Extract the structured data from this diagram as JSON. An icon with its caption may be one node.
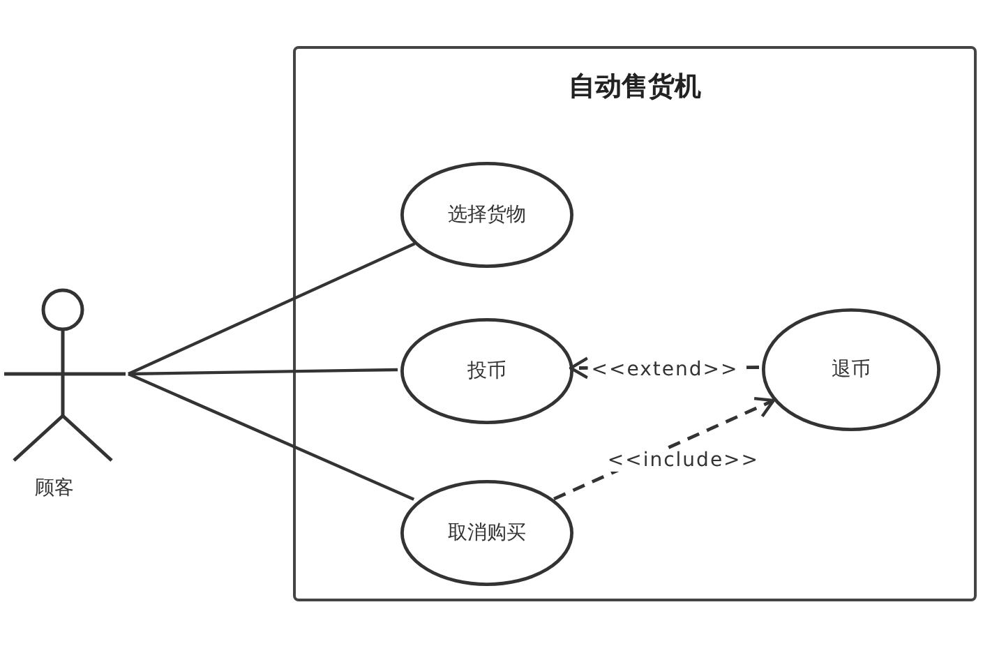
{
  "diagram": {
    "nodes": [
      {
        "text": [
          "顾客"
        ]
      },
      {
        "text": [
          "自动售货机"
        ]
      },
      {
        "text": [
          "选择货物"
        ],
        "in": 1
      },
      {
        "text": [
          "投币"
        ],
        "in": 1
      },
      {
        "text": [
          "退币"
        ],
        "in": 1
      },
      {
        "text": [
          "取消购买"
        ],
        "in": 1
      }
    ],
    "edges": [
      {
        "from": 0,
        "to": 2,
        "arrow": "none"
      },
      {
        "from": 0,
        "to": 3,
        "arrow": "none"
      },
      {
        "from": 0,
        "to": 5,
        "arrow": "none"
      },
      {
        "from": 4,
        "to": 3,
        "arrow": "to",
        "label": "<<extend>>",
        "style": "dashed"
      },
      {
        "from": 5,
        "to": 4,
        "arrow": "to",
        "label": "<<include>>",
        "style": "dashed"
      }
    ]
  }
}
